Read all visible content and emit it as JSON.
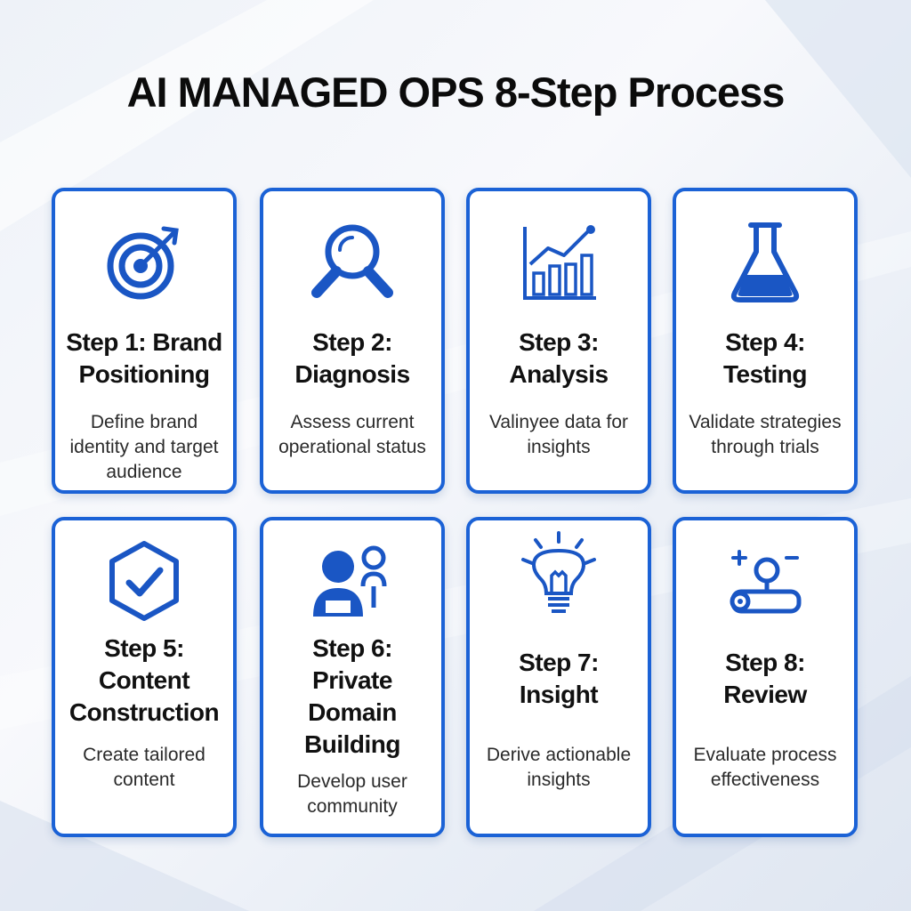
{
  "title": "AI MANAGED OPS 8-Step Process",
  "colors": {
    "accent": "#1b62d6",
    "icon": "#1a56c4",
    "title_text": "#0b0b0b"
  },
  "steps": [
    {
      "title_lines": [
        "Step 1: Brand",
        "Positioning"
      ],
      "desc": "Define brand identity and target audience",
      "icon": "target-icon"
    },
    {
      "title_lines": [
        "Step 2:",
        "Diagnosis"
      ],
      "desc": "Assess current operational status",
      "icon": "magnifier-icon"
    },
    {
      "title_lines": [
        "Step 3:",
        "Analysis"
      ],
      "desc": "Valinyee data for insights",
      "icon": "bar-chart-icon"
    },
    {
      "title_lines": [
        "Step 4:",
        "Testing"
      ],
      "desc": "Validate strategies through trials",
      "icon": "flask-icon"
    },
    {
      "title_lines": [
        "Step 5:",
        "Content",
        "Construction"
      ],
      "desc": "Create tailored content",
      "icon": "shield-check-icon"
    },
    {
      "title_lines": [
        "Step 6:",
        "Private",
        "Domain",
        "Building"
      ],
      "desc": "Develop user community",
      "icon": "users-icon"
    },
    {
      "title_lines": [
        "Step 7:",
        "Insight"
      ],
      "desc": "Derive actionable insights",
      "icon": "lightbulb-icon"
    },
    {
      "title_lines": [
        "Step 8:",
        "Review"
      ],
      "desc": "Evaluate process effectiveness",
      "icon": "review-icon"
    }
  ]
}
